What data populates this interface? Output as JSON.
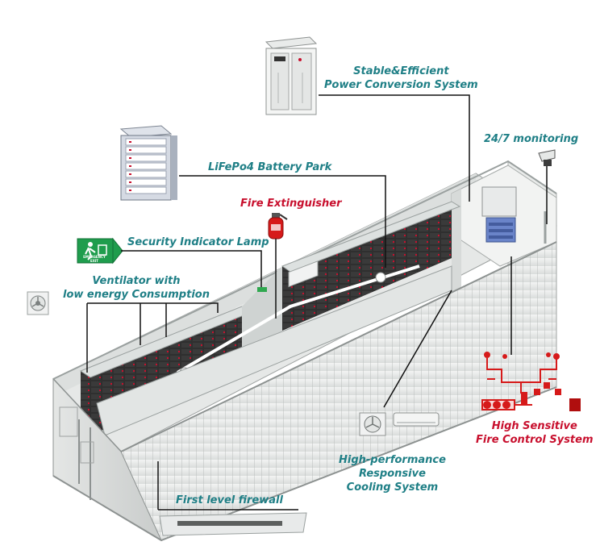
{
  "colors": {
    "label_teal": "#1f7f86",
    "label_red": "#c8102e",
    "container_body": "#eef0ef",
    "battery_cell": "#2b2b2b",
    "cell_red_mark": "#c8102e",
    "leader_line": "#111111",
    "exit_sign_green": "#1f9d4d",
    "fire_red": "#d61a1a"
  },
  "labels": {
    "pcs_line1": "Stable&Efficient",
    "pcs_line2": "Power Conversion System",
    "monitoring": "24/7 monitoring",
    "battery": "LiFePo4 Battery Park",
    "extinguisher": "Fire Extinguisher",
    "indicator": "Security Indicator Lamp",
    "ventilator_line1": "Ventilator with",
    "ventilator_line2": "low energy Consumption",
    "fire_control_line1": "High Sensitive",
    "fire_control_line2": "Fire Control System",
    "cooling_line1": "High-performance",
    "cooling_line2": "Responsive",
    "cooling_line3": "Cooling System",
    "firewall": "First level firewall",
    "exit_sign_line1": "EMERGENCY",
    "exit_sign_line2": "EXIT"
  },
  "icons": [
    "pcs-cabinet-icon",
    "battery-rack-icon",
    "monitoring-camera-icon",
    "fire-extinguisher-icon",
    "emergency-exit-sign-icon",
    "ventilator-fan-icon",
    "fire-control-system-icon",
    "cooling-outdoor-unit-icon",
    "cooling-indoor-unit-icon",
    "firewall-panel-icon"
  ]
}
